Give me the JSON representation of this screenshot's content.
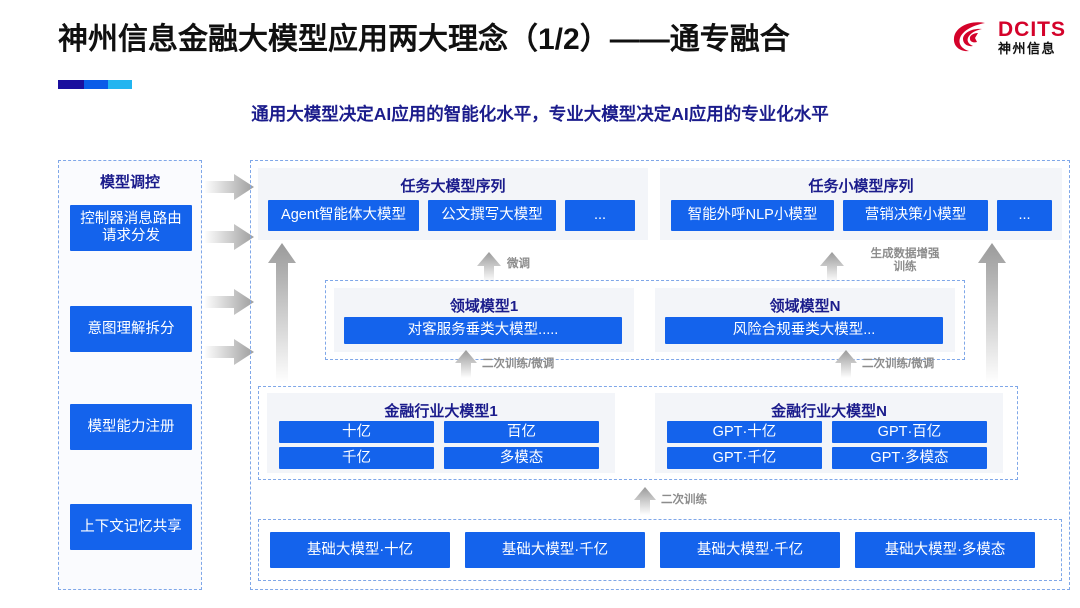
{
  "header": {
    "title": "神州信息金融大模型应用两大理念（1/2）——通专融合",
    "subtitle": "通用大模型决定AI应用的智能化水平，专业大模型决定AI应用的专业化水平",
    "logo_en": "DCITS",
    "logo_cn": "神州信息",
    "accent_colors": [
      "#1A0F9E",
      "#0A5CE8",
      "#22B5F0"
    ],
    "title_color": "#101010",
    "subtitle_color": "#1B1C8C",
    "logo_color": "#D4022A"
  },
  "control_panel": {
    "title": "模型调控",
    "items": [
      {
        "label": "控制器消息路由请求分发"
      },
      {
        "label": "意图理解拆分"
      },
      {
        "label": "模型能力注册"
      },
      {
        "label": "上下文记忆共享"
      }
    ]
  },
  "task_large": {
    "title": "任务大模型序列",
    "items": [
      "Agent智能体大模型",
      "公文撰写大模型",
      "..."
    ]
  },
  "task_small": {
    "title": "任务小模型序列",
    "items": [
      "智能外呼NLP小模型",
      "营销决策小模型",
      "..."
    ]
  },
  "domain_models": [
    {
      "title": "领域模型1",
      "item": "对客服务垂类大模型....."
    },
    {
      "title": "领域模型N",
      "item": "风险合规垂类大模型..."
    }
  ],
  "industry_models": [
    {
      "title": "金融行业大模型1",
      "items": [
        "十亿",
        "百亿",
        "千亿",
        "多模态"
      ]
    },
    {
      "title": "金融行业大模型N",
      "items": [
        "GPT·十亿",
        "GPT·百亿",
        "GPT·千亿",
        "GPT·多模态"
      ]
    }
  ],
  "foundation_models": {
    "items": [
      "基础大模型·十亿",
      "基础大模型·千亿",
      "基础大模型·千亿",
      "基础大模型·多模态"
    ]
  },
  "arrow_labels": {
    "fine_tune": "微调",
    "data_aug_line1": "生成数据增强",
    "data_aug_line2": "训练",
    "retrain_tune_left": "二次训练/微调",
    "retrain_tune_right": "二次训练/微调",
    "retrain": "二次训练"
  },
  "colors": {
    "chip_blue": "#1463EC",
    "dashed_border": "#7FA7E8",
    "panel_bg": "#F3F5F9",
    "arrow_gray": "#B5B5B5"
  }
}
